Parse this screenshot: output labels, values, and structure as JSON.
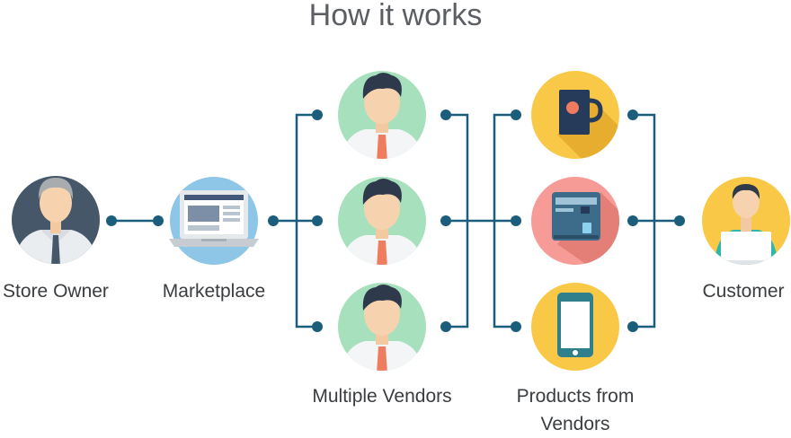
{
  "title": "How it works",
  "nodes": {
    "store_owner": "Store Owner",
    "marketplace": "Marketplace",
    "multiple_vendors": "Multiple Vendors",
    "products_line1": "Products from",
    "products_line2": "Vendors",
    "customer": "Customer"
  },
  "icons": [
    "store-owner-avatar-icon",
    "laptop-marketplace-icon",
    "vendor-avatar-icon",
    "mug-icon",
    "coffee-machine-icon",
    "smartphone-icon",
    "customer-laptop-icon"
  ],
  "colors": {
    "connector": "#1b5e7c",
    "vendor_circle": "#a7e0bd",
    "product_yellow": "#f9c846",
    "product_pink": "#f69b95",
    "customer_circle": "#f9c846",
    "marketplace_circle": "#8dc6e6",
    "owner_circle": "#46576a"
  }
}
